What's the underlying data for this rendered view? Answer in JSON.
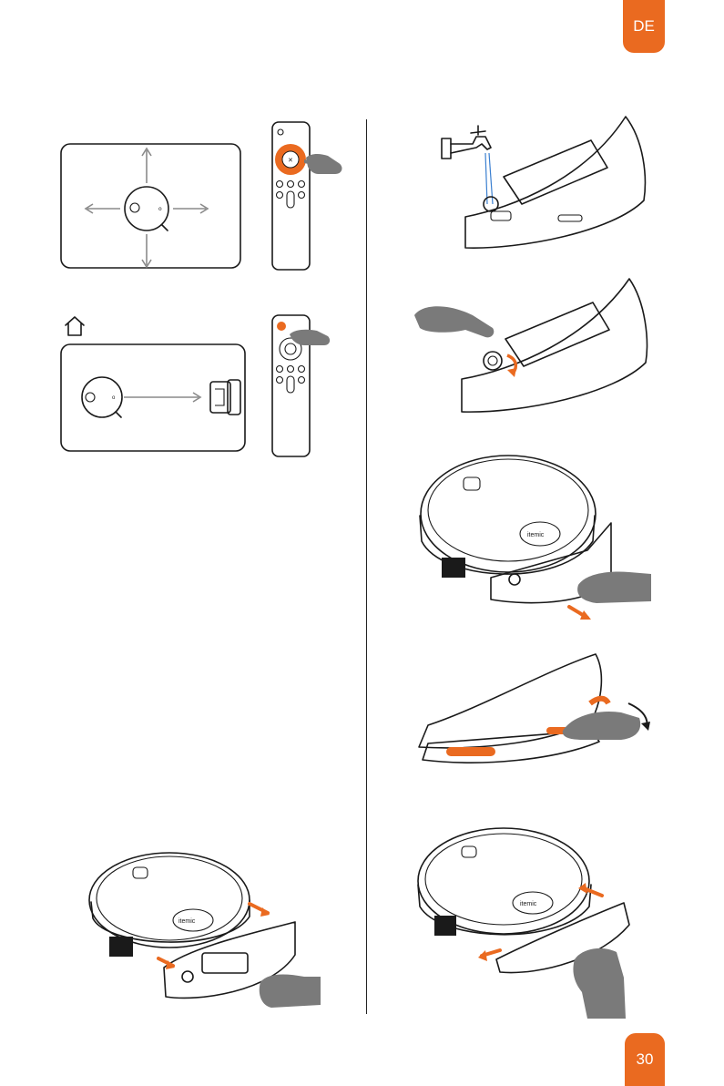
{
  "page": {
    "language_tab": "DE",
    "page_number": "30"
  },
  "theme": {
    "accent": "#ea6a20",
    "hand": "#7a7a7a",
    "line": "#1a1a1a"
  },
  "illustrations": {
    "logo_text": "itemic"
  }
}
